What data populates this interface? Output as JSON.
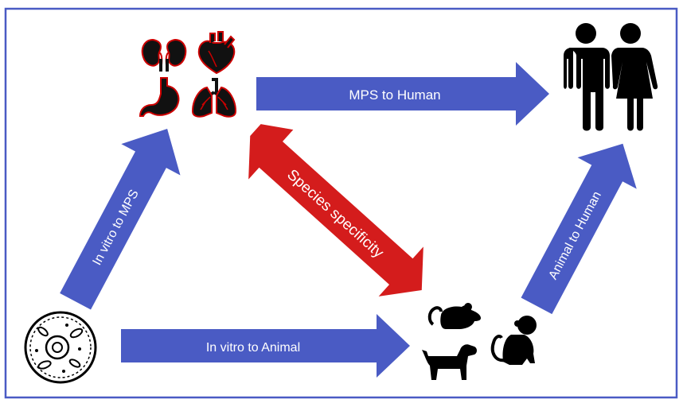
{
  "diagram": {
    "arrows": {
      "mps_to_human": {
        "label": "MPS to Human",
        "color": "#4a5bc4"
      },
      "in_vitro_to_mps": {
        "label": "In vitro to MPS",
        "color": "#4a5bc4"
      },
      "species_specificity": {
        "label": "Species specificity",
        "color": "#d41c1c"
      },
      "in_vitro_to_animal": {
        "label": "In vitro to Animal",
        "color": "#4a5bc4"
      },
      "animal_to_human": {
        "label": "Animal to Human",
        "color": "#4a5bc4"
      }
    },
    "nodes": {
      "organs": [
        "kidney-icon",
        "heart-icon",
        "stomach-icon",
        "lungs-icon"
      ],
      "humans": [
        "man-icon",
        "woman-icon"
      ],
      "animals": [
        "rat-icon",
        "dog-icon",
        "monkey-icon"
      ],
      "cell": [
        "cell-icon"
      ]
    },
    "frame_color": "#4a5bc4"
  }
}
